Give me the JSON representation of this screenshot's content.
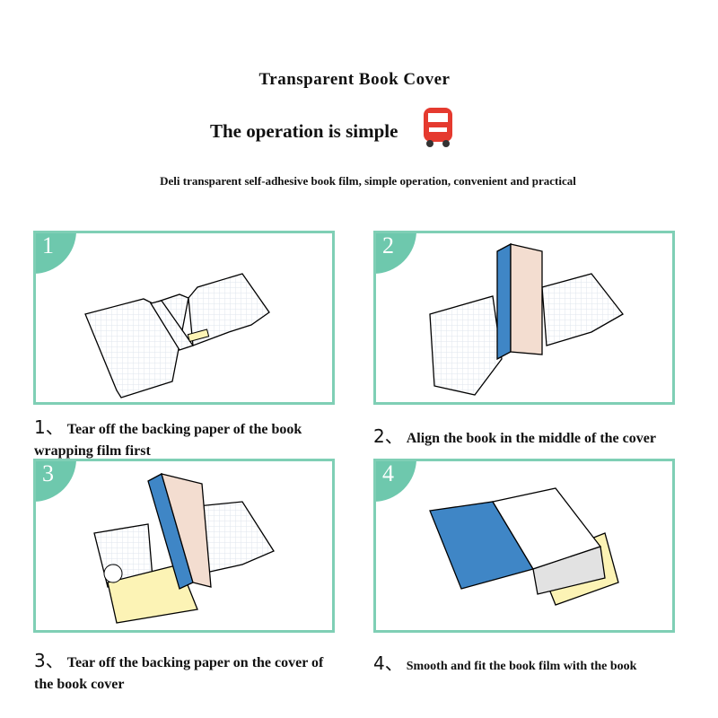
{
  "header": {
    "title": "Transparent Book Cover",
    "subtitle": "The operation is simple",
    "description": "Deli transparent self-adhesive book film, simple operation, convenient and practical",
    "icon": "red-bus-icon"
  },
  "colors": {
    "accent": "#6ec8ad",
    "border": "#7fcfb5",
    "book_blue": "#3f86c6",
    "backing_yellow": "#fcf3b5"
  },
  "steps": [
    {
      "number": "1",
      "marker": "1、",
      "caption": "Tear off the backing paper of the book wrapping film first"
    },
    {
      "number": "2",
      "marker": "2、",
      "caption": "Align the book in the middle of the cover"
    },
    {
      "number": "3",
      "marker": "3、",
      "caption": "Tear off the backing paper on the cover of the book cover"
    },
    {
      "number": "4",
      "marker": "4、",
      "caption": "Smooth and fit the book film with the book"
    }
  ]
}
